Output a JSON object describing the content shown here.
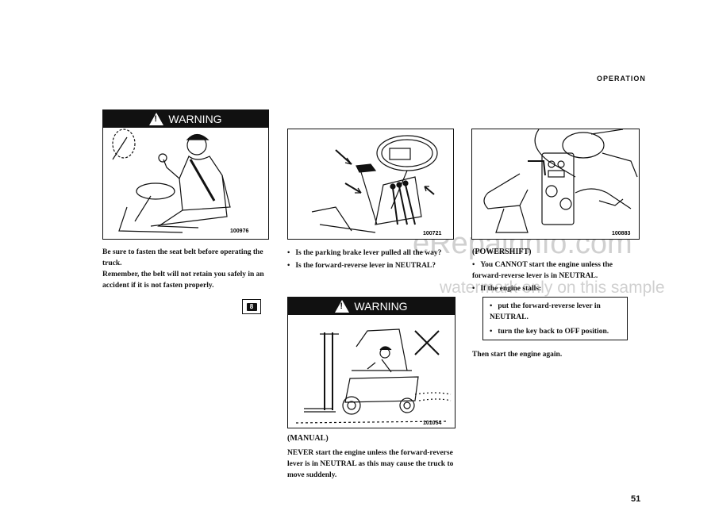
{
  "header": {
    "section": "OPERATION"
  },
  "watermark": {
    "line1": "eRepairinfo.com",
    "line2": "watermark only on this sample"
  },
  "col1": {
    "warning_label": "WARNING",
    "figure_number": "100976",
    "paragraph1": "Be sure to fasten the seat belt before operating the truck.",
    "paragraph2": "Remember, the belt will not retain you safely in an accident if it is not fasten properly.",
    "book_icon_number": "8"
  },
  "col2": {
    "figure_number_top": "100721",
    "bullets": [
      "Is the parking brake lever pulled all the way?",
      "Is the forward-reverse lever in NEUTRAL?"
    ],
    "warning_label": "WARNING",
    "figure_number_bottom": "101054",
    "subheading": "(MANUAL)",
    "paragraph": "NEVER start the engine unless the forward-reverse lever is in NEUTRAL as this may cause the truck to move suddenly."
  },
  "col3": {
    "figure_number": "100883",
    "subheading": "(POWERSHIFT)",
    "bullets": [
      "You CANNOT start the engine unless the forward-reverse lever is in NEUTRAL.",
      "If the engine stalls:"
    ],
    "sub_bullets": [
      "put the forward-reverse lever in NEUTRAL.",
      "turn the key back to OFF position."
    ],
    "closing": "Then start the engine again."
  },
  "page_number": "51"
}
